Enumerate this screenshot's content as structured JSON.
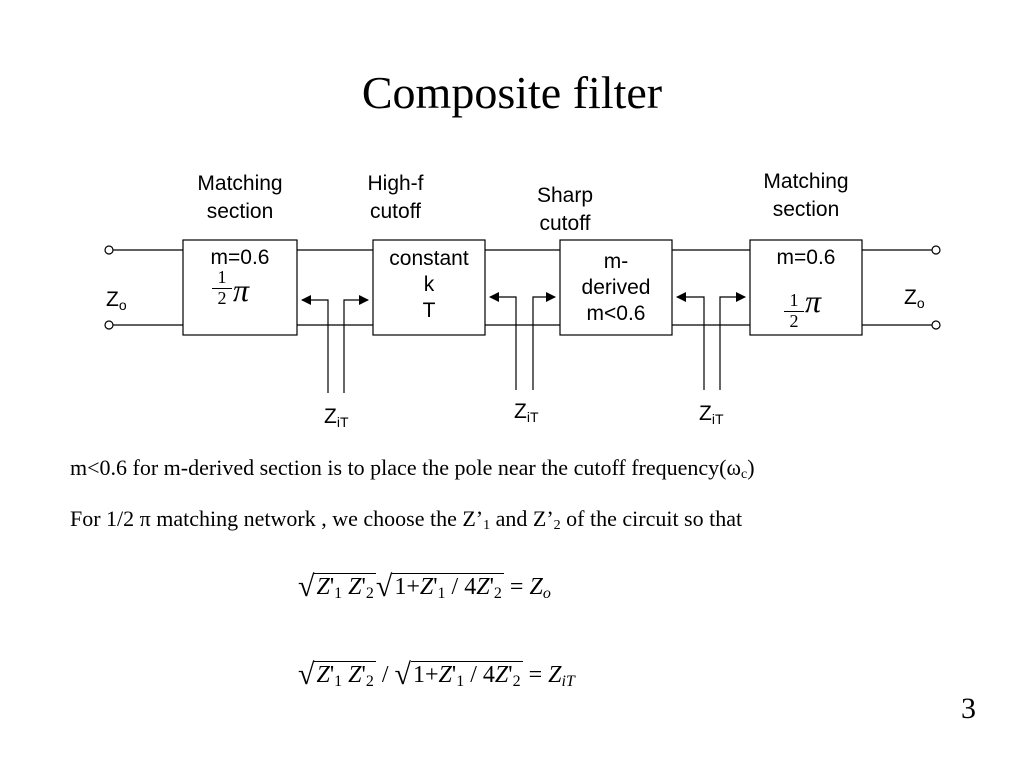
{
  "title": "Composite filter",
  "labels": {
    "matching_left": "Matching\nsection",
    "high_f": "High-f\ncutoff",
    "sharp": "Sharp\ncutoff",
    "matching_right": "Matching\nsection"
  },
  "boxes": {
    "box1_m": "m=0.6",
    "box1_frac_num": "1",
    "box1_frac_den": "2",
    "box1_pi": "π",
    "box2": "constant\nk\nT",
    "box3": "m-\nderived\nm<0.6",
    "box4_m": "m=0.6",
    "box4_frac_num": "1",
    "box4_frac_den": "2",
    "box4_pi": "π"
  },
  "impedances": {
    "z_main": "Z",
    "z_o_sub": "o",
    "z_it_sub": "iT"
  },
  "text": {
    "line1_main": "m<0.6 for m-derived section is to place the pole near the cutoff frequency(ω",
    "line1_sub": "c",
    "line1_end": ")",
    "line2_a": "For 1/2 π matching network , we choose the Z’",
    "line2_sub1": "1",
    "line2_b": " and Z’",
    "line2_sub2": "2",
    "line2_c": " of the circuit so that"
  },
  "equations": {
    "eq1_rhs_sub": "o",
    "eq2_rhs_sub": "iT"
  },
  "page_number": "3"
}
